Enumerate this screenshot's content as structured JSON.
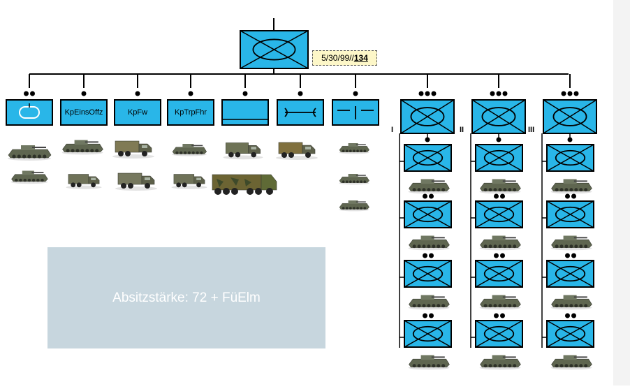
{
  "hq": {
    "tag_prefix": "5/30/99//",
    "tag_number": "134"
  },
  "support_units": [
    {
      "name": "unit-recon",
      "label": "",
      "symbol": "recon",
      "dots": 2
    },
    {
      "name": "unit-kpeinsoffz",
      "label": "KpEinsOffz",
      "symbol": "text",
      "dots": 1
    },
    {
      "name": "unit-kpfw",
      "label": "KpFw",
      "symbol": "text",
      "dots": 1
    },
    {
      "name": "unit-kptrpfhr",
      "label": "KpTrpFhr",
      "symbol": "text",
      "dots": 1
    },
    {
      "name": "unit-supply",
      "label": "",
      "symbol": "supply",
      "dots": 1
    },
    {
      "name": "unit-maintenance",
      "label": "",
      "symbol": "maintenance",
      "dots": 1
    },
    {
      "name": "unit-signal",
      "label": "",
      "symbol": "signal",
      "dots": 1
    }
  ],
  "platoons": [
    {
      "name": "platoon-1",
      "numeral": "I"
    },
    {
      "name": "platoon-2",
      "numeral": "II"
    },
    {
      "name": "platoon-3",
      "numeral": "III"
    }
  ],
  "info_box": {
    "text": "Absitzstärke: 72 + FüElm"
  },
  "colors": {
    "symbol_fill": "#29b6e8",
    "symbol_stroke": "#000000",
    "info_box": "#c7d6de",
    "tag_fill": "#fdf7c8",
    "vehicle_body": "#5f6650",
    "vehicle_dark": "#2e3128",
    "truck_body": "#6f7258",
    "camo": "#7a6a3e"
  }
}
